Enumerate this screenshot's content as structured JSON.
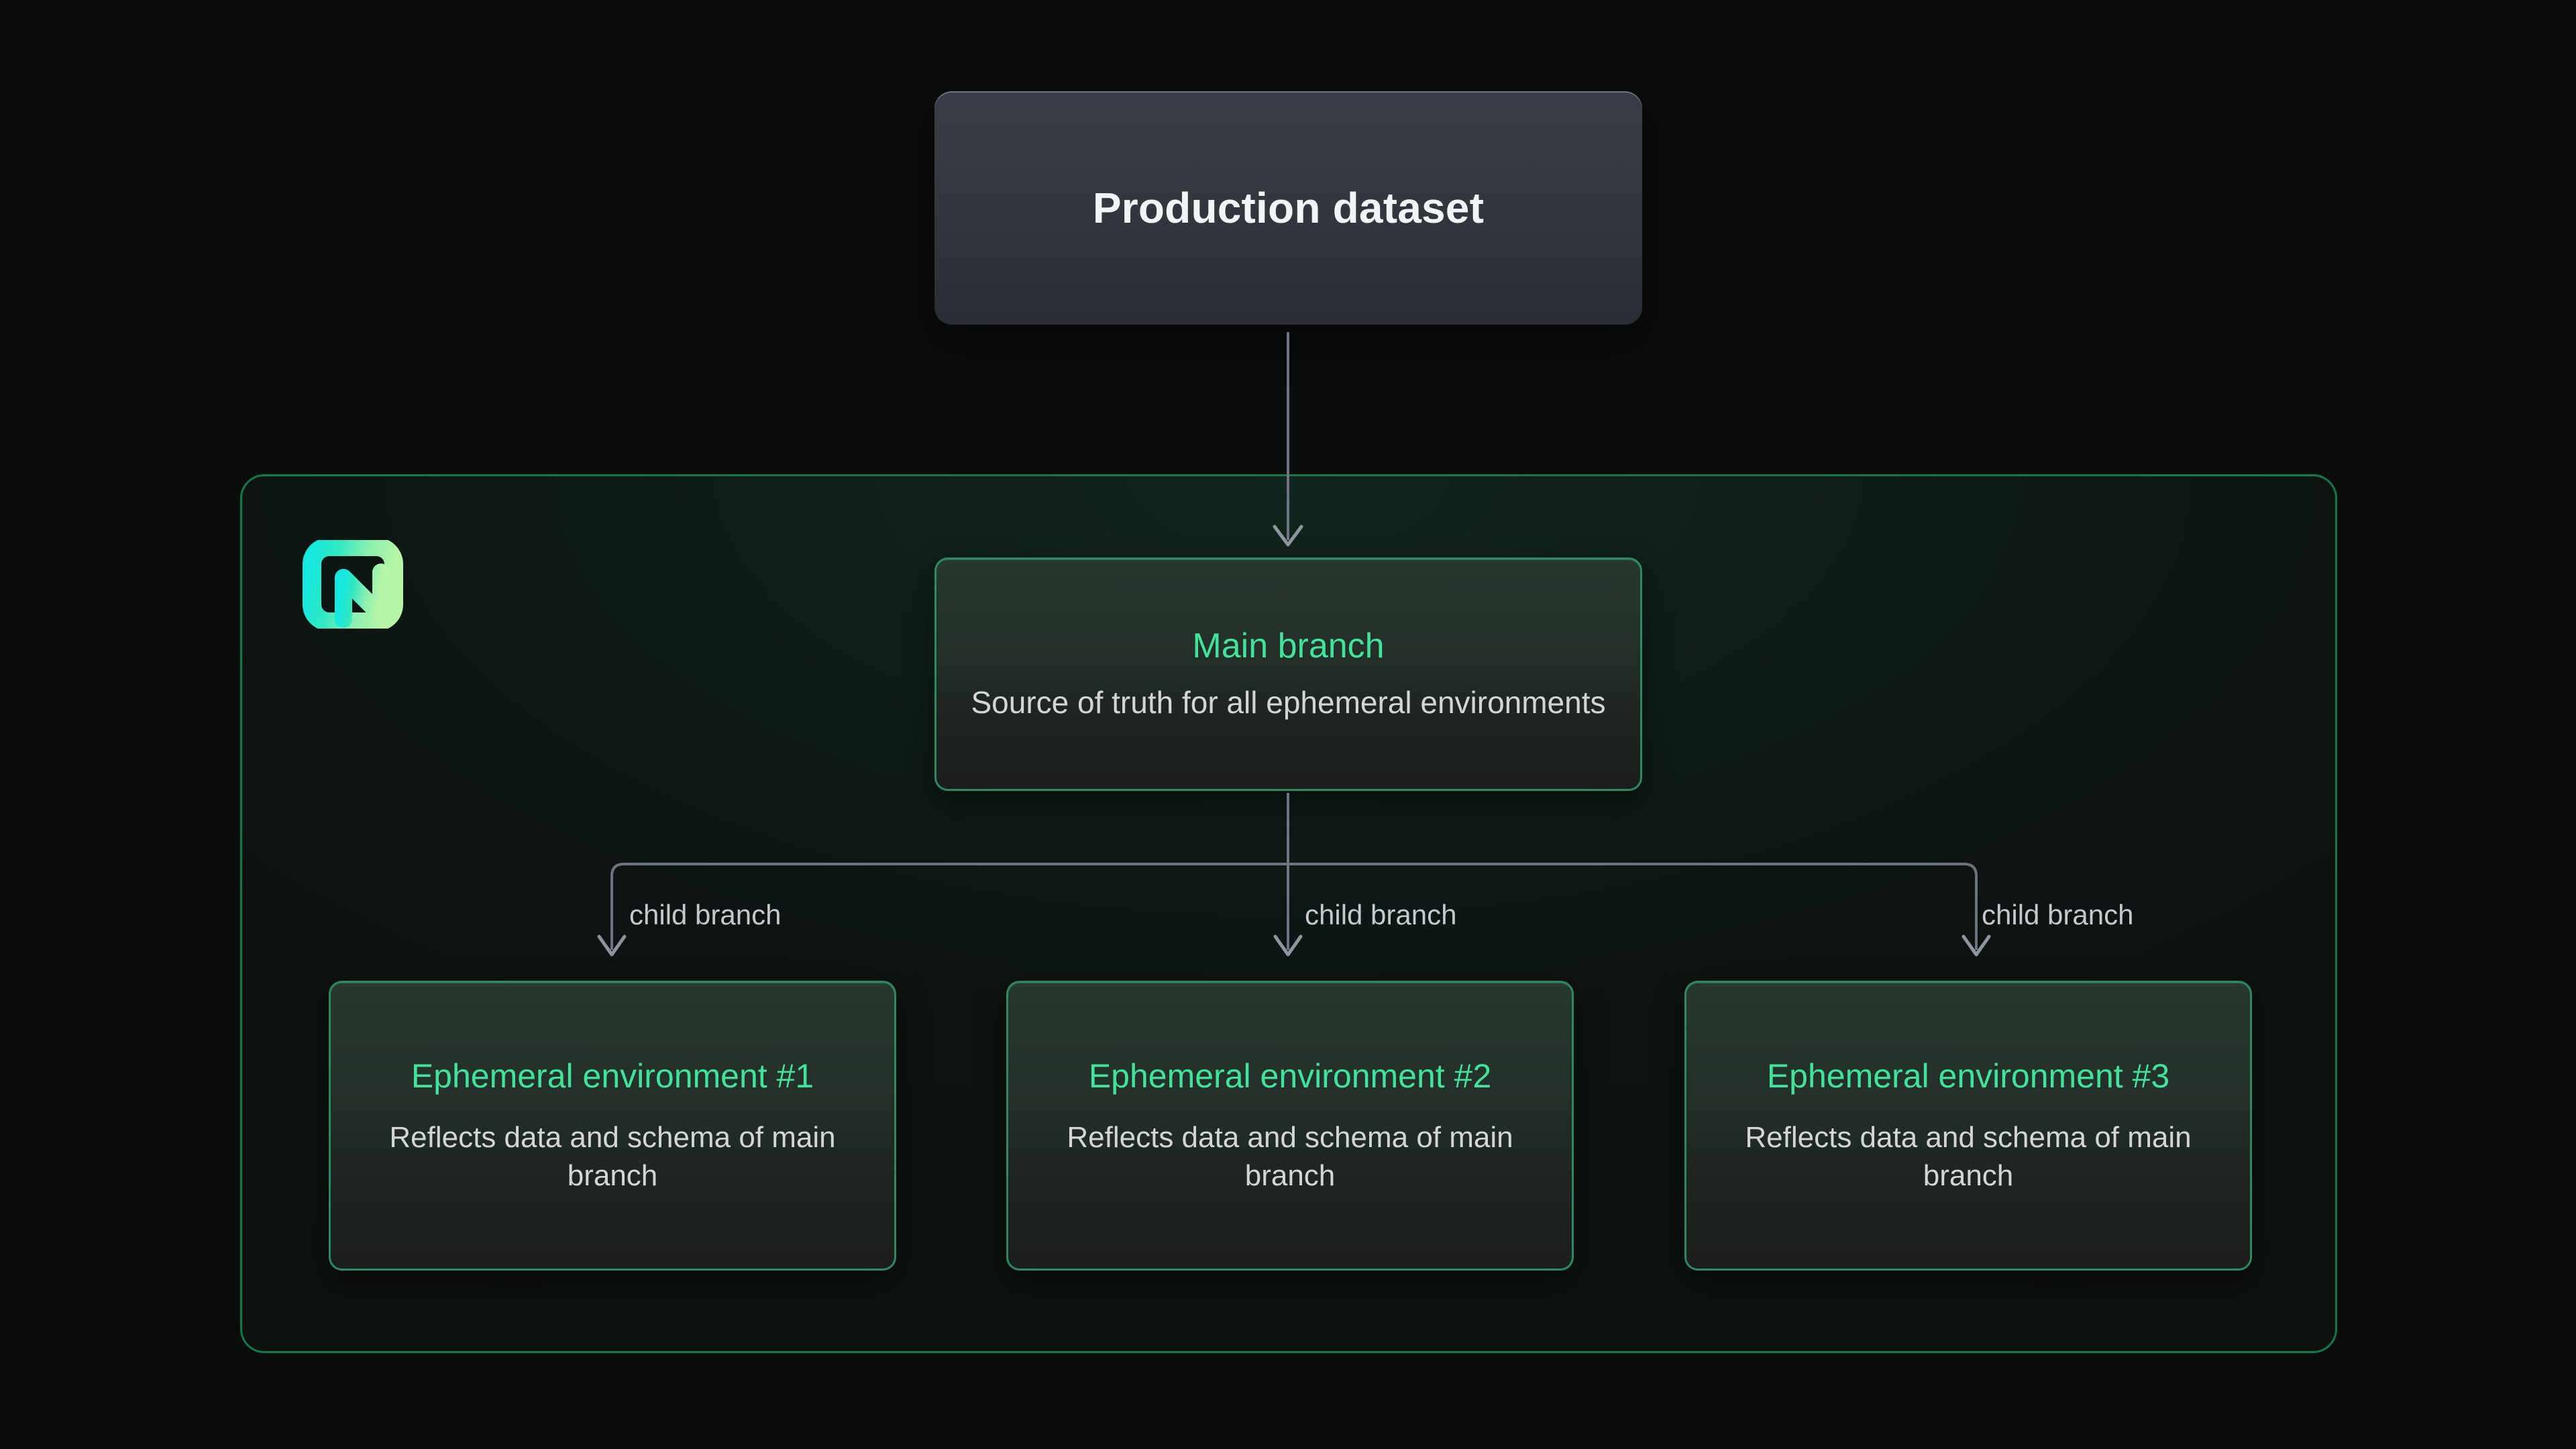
{
  "diagram": {
    "production": {
      "title": "Production dataset"
    },
    "container": {
      "logo_name": "neon-logo"
    },
    "main_branch": {
      "heading": "Main branch",
      "body": "Source of truth for all ephemeral environments"
    },
    "environments": [
      {
        "heading": "Ephemeral environment #1",
        "body": "Reflects data and schema of main branch",
        "edge_label": "child branch"
      },
      {
        "heading": "Ephemeral environment #2",
        "body": "Reflects data and schema of main branch",
        "edge_label": "child branch"
      },
      {
        "heading": "Ephemeral environment #3",
        "body": "Reflects data and schema of main branch",
        "edge_label": "child branch"
      }
    ],
    "colors": {
      "page_background": "#0b0d0c",
      "container_border": "#117a4d",
      "card_border": "#2c8a62",
      "heading_green": "#41e39a",
      "body_text": "#d2d7d6",
      "connector_gray": "#6d7480",
      "production_card_fill": "#34383f",
      "logo_gradient_start": "#16e8e0",
      "logo_gradient_end": "#b2f5a4"
    }
  }
}
